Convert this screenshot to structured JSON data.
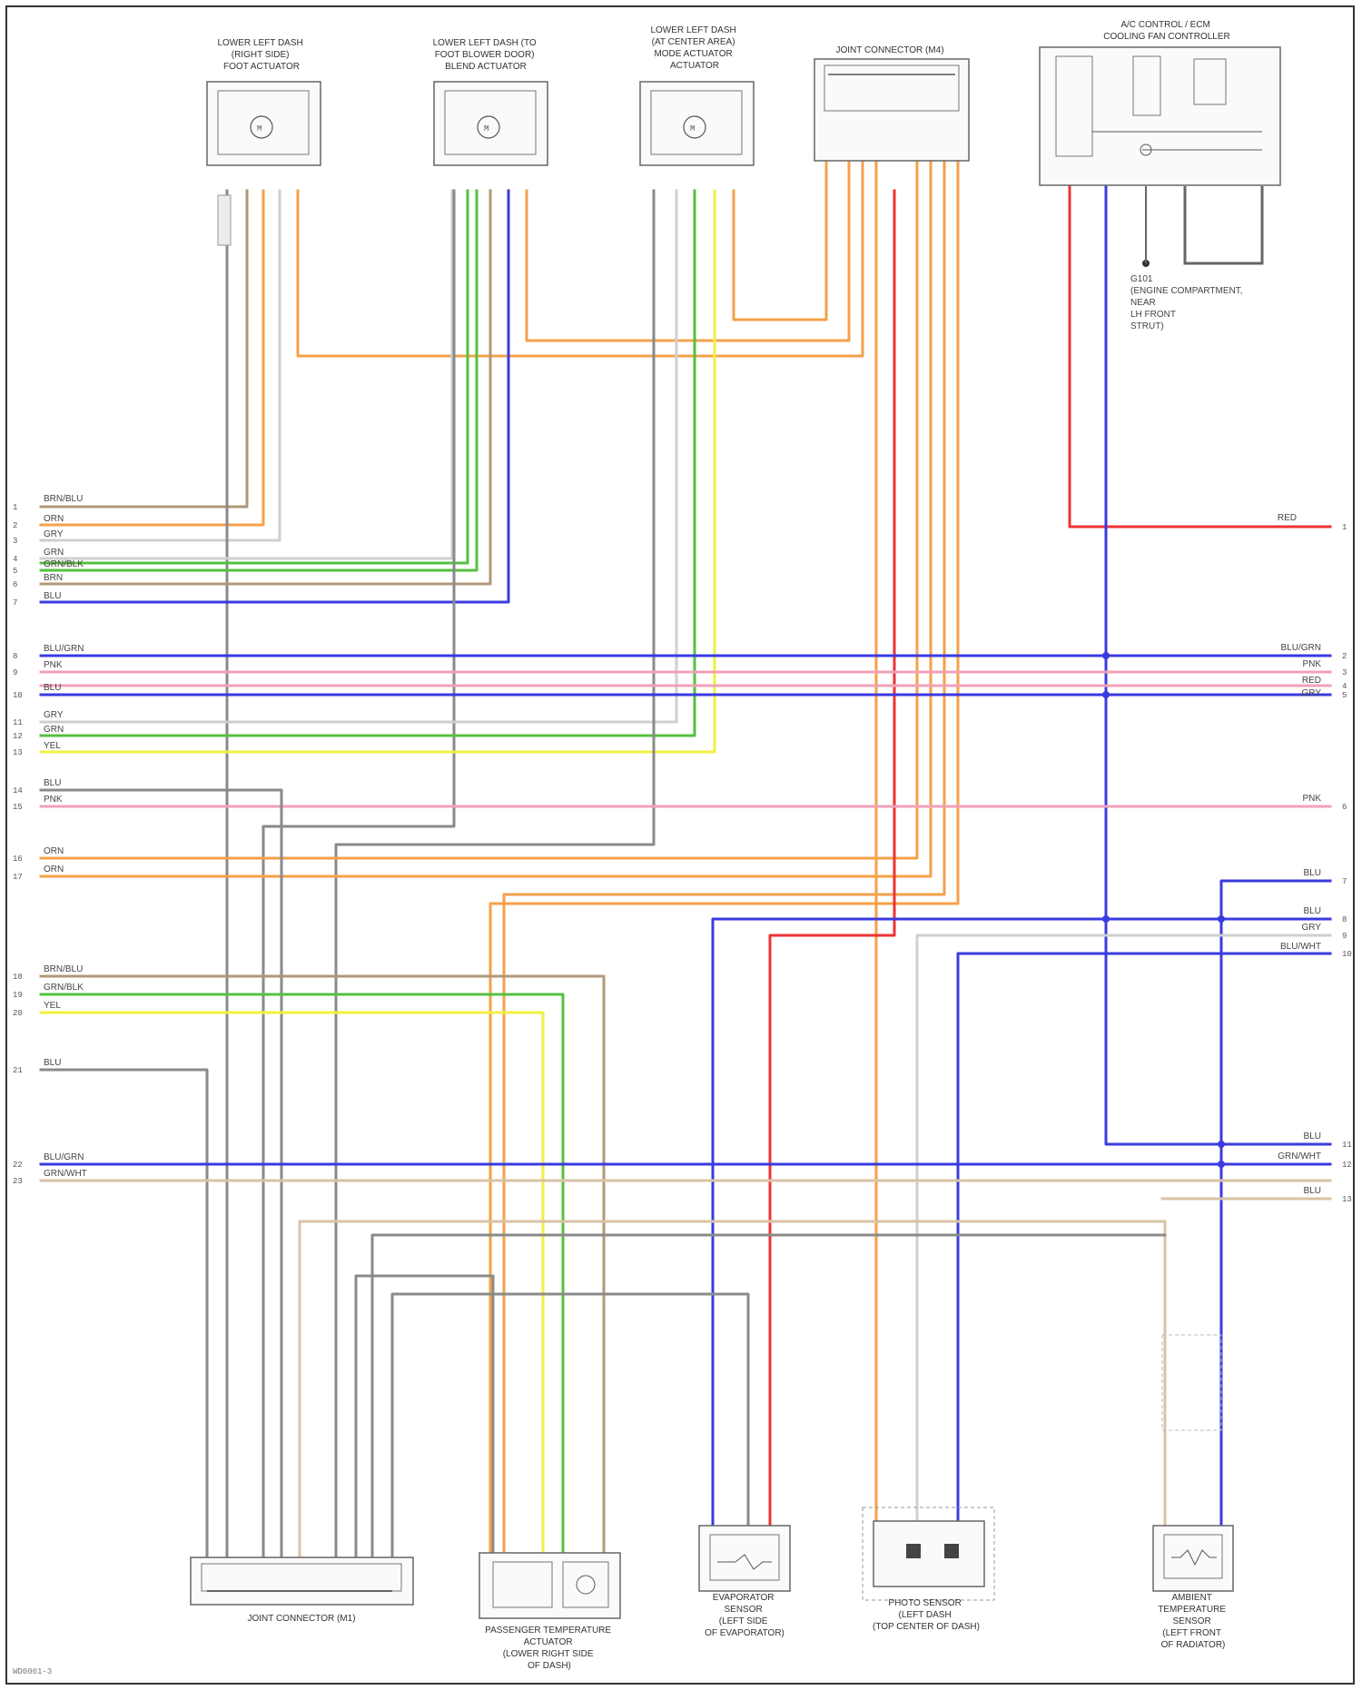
{
  "components": [
    {
      "id": "c1",
      "title": [
        "LOWER LEFT DASH",
        "(RIGHT SIDE)",
        "FOOT ACTUATOR"
      ]
    },
    {
      "id": "c2",
      "title": [
        "LOWER LEFT DASH (TO",
        "FOOT BLOWER DOOR)",
        "BLEND ACTUATOR"
      ]
    },
    {
      "id": "c3",
      "title": [
        "LOWER LEFT DASH",
        "(AT CENTER AREA)",
        "MODE ACTUATOR",
        "ACTUATOR"
      ]
    },
    {
      "id": "c4",
      "title": [
        "JOINT CONNECTOR (M4)"
      ]
    },
    {
      "id": "c5",
      "title": [
        "A/C CONTROL / ECM",
        "COOLING FAN CONTROLLER"
      ]
    },
    {
      "id": "c6",
      "title": [
        "JOINT CONNECTOR (M1)"
      ]
    },
    {
      "id": "c7",
      "title": [
        "PASSENGER TEMPERATURE",
        "ACTUATOR",
        "(LOWER RIGHT SIDE",
        "OF DASH)"
      ]
    },
    {
      "id": "c8",
      "title": [
        "EVAPORATOR",
        "SENSOR",
        "(LEFT SIDE",
        "OF EVAPORATOR)"
      ]
    },
    {
      "id": "c9",
      "title": [
        "PHOTO SENSOR",
        "(LEFT DASH",
        "(TOP CENTER OF DASH)"
      ]
    },
    {
      "id": "c10",
      "title": [
        "AMBIENT",
        "TEMPERATURE",
        "SENSOR",
        "(LEFT FRONT",
        "OF RADIATOR)"
      ]
    }
  ],
  "ground_note": [
    "G101",
    "(ENGINE COMPARTMENT,",
    "NEAR",
    "LH FRONT",
    "STRUT)"
  ],
  "left_wires": [
    {
      "n": "1",
      "label": "BRN/BLU"
    },
    {
      "n": "2",
      "label": "ORN"
    },
    {
      "n": "3",
      "label": "GRY"
    },
    {
      "n": "4",
      "label": "GRN"
    },
    {
      "n": "5",
      "label": "GRN/BLK"
    },
    {
      "n": "6",
      "label": "BRN"
    },
    {
      "n": "7",
      "label": "BLU"
    },
    {
      "n": "8",
      "label": "BLU/GRN"
    },
    {
      "n": "9",
      "label": "PNK"
    },
    {
      "n": "10",
      "label": "BLU"
    },
    {
      "n": "11",
      "label": "GRY"
    },
    {
      "n": "12",
      "label": "GRN"
    },
    {
      "n": "13",
      "label": "YEL"
    },
    {
      "n": "14",
      "label": "BLU"
    },
    {
      "n": "15",
      "label": "PNK"
    },
    {
      "n": "16",
      "label": "ORN"
    },
    {
      "n": "17",
      "label": "ORN"
    },
    {
      "n": "18",
      "label": "BRN/BLU"
    },
    {
      "n": "19",
      "label": "GRN/BLK"
    },
    {
      "n": "20",
      "label": "YEL"
    },
    {
      "n": "21",
      "label": "BLU"
    },
    {
      "n": "22",
      "label": "BLU/GRN"
    },
    {
      "n": "23",
      "label": "GRN/WHT"
    }
  ],
  "right_wires": [
    {
      "n": "1",
      "label": "RED"
    },
    {
      "n": "2",
      "label": "BLU/GRN"
    },
    {
      "n": "3",
      "label": "PNK"
    },
    {
      "n": "4",
      "label": "RED"
    },
    {
      "n": "5",
      "label": "GRY"
    },
    {
      "n": "6",
      "label": "PNK"
    },
    {
      "n": "7",
      "label": "BLU"
    },
    {
      "n": "8",
      "label": "BLU"
    },
    {
      "n": "9",
      "label": "GRY"
    },
    {
      "n": "10",
      "label": "BLU/WHT"
    },
    {
      "n": "11",
      "label": "BLU"
    },
    {
      "n": "12",
      "label": "GRN/WHT"
    },
    {
      "n": "13",
      "label": "BLU"
    }
  ],
  "colors": {
    "orange": "#f5a04a",
    "gray": "#8a8a8a",
    "green": "#55c040",
    "blue": "#3a3ae0",
    "pink": "#f2a0b8",
    "red": "#ee3333",
    "yellow": "#f0f040",
    "brown": "#b09878",
    "tan": "#d9c3a6",
    "ltgray": "#cfcfcf"
  },
  "diagram_id": "WD0061-3"
}
